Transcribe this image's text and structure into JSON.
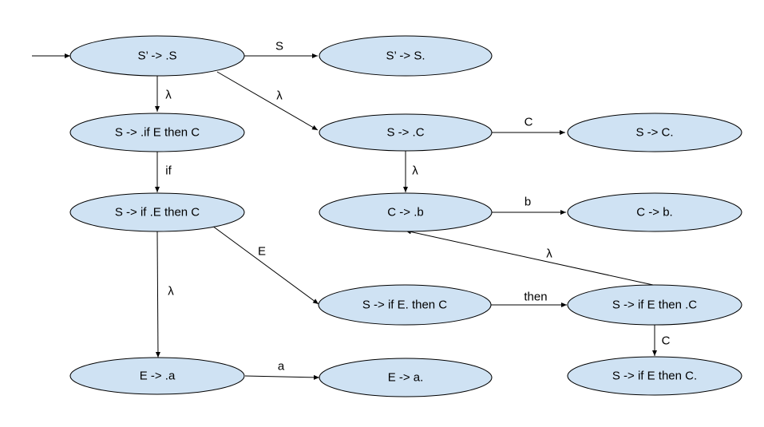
{
  "states": {
    "n1": "S’ -> .S",
    "n2": "S’ -> S.",
    "n3": "S -> .if E then C",
    "n4": "S -> .C",
    "n5": "S -> C.",
    "n6": "S -> if .E then C",
    "n7": "C -> .b",
    "n8": "C -> b.",
    "n9": "S -> if E. then C",
    "n10": "S -> if E then .C",
    "n11": "E -> .a",
    "n12": "E -> a.",
    "n13": "S -> if E then C."
  },
  "edges": {
    "start": "",
    "e1": "S",
    "e2": "λ",
    "e3": "λ",
    "e4": "C",
    "e5": "λ",
    "e6": "if",
    "e7": "b",
    "e8": "E",
    "e9": "λ",
    "e10": "then",
    "e11": "λ",
    "e12": "C",
    "e13": "a"
  },
  "colors": {
    "state_fill": "#cfe2f3",
    "stroke": "#000000"
  }
}
